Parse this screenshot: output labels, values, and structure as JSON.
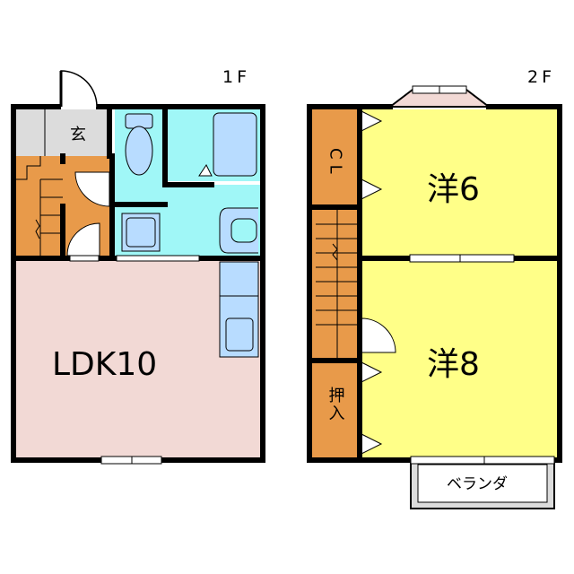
{
  "floors": {
    "first": {
      "label": "1F",
      "rooms": {
        "entrance": "玄",
        "living": "LDK10"
      }
    },
    "second": {
      "label": "2F",
      "rooms": {
        "closet": "CL",
        "western_6": "洋6",
        "western_8": "洋8",
        "oshiire": "押入",
        "veranda": "ベランダ"
      }
    }
  },
  "colors": {
    "wall": "#000000",
    "ldk": "#f2d9d5",
    "stair": "#e89a4a",
    "closet": "#e89a4a",
    "water": "#a0f7f7",
    "counter": "#b8dcff",
    "bedroom": "#ffff88",
    "gray": "#dcdcdc"
  }
}
